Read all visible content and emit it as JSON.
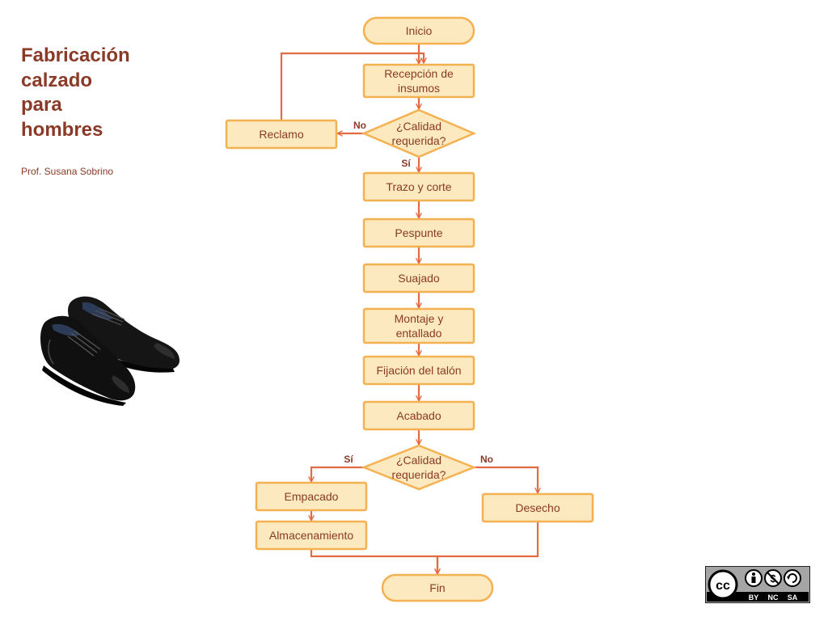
{
  "header": {
    "title": "Fabricación\ncalzado\npara\nhombres",
    "author": "Prof. Susana Sobrino"
  },
  "flowchart": {
    "nodes": {
      "start": {
        "shape": "terminator",
        "label": [
          "Inicio"
        ]
      },
      "reception": {
        "shape": "process",
        "label": [
          "Recepción de",
          "insumos"
        ]
      },
      "quality1": {
        "shape": "decision",
        "label": [
          "¿Calidad",
          "requerida?"
        ]
      },
      "claim": {
        "shape": "process",
        "label": [
          "Reclamo"
        ]
      },
      "cutting": {
        "shape": "process",
        "label": [
          "Trazo y corte"
        ]
      },
      "stitching": {
        "shape": "process",
        "label": [
          "Pespunte"
        ]
      },
      "skiving": {
        "shape": "process",
        "label": [
          "Suajado"
        ]
      },
      "lasting": {
        "shape": "process",
        "label": [
          "Montaje y",
          "entallado"
        ]
      },
      "heel": {
        "shape": "process",
        "label": [
          "Fijación del talón"
        ]
      },
      "finishing": {
        "shape": "process",
        "label": [
          "Acabado"
        ]
      },
      "quality2": {
        "shape": "decision",
        "label": [
          "¿Calidad",
          "requerida?"
        ]
      },
      "packing": {
        "shape": "process",
        "label": [
          "Empacado"
        ]
      },
      "storage": {
        "shape": "process",
        "label": [
          "Almacenamiento"
        ]
      },
      "discard": {
        "shape": "process",
        "label": [
          "Desecho"
        ]
      },
      "end": {
        "shape": "terminator",
        "label": [
          "Fin"
        ]
      }
    },
    "edges": [
      {
        "from": "start",
        "to": "reception",
        "label": ""
      },
      {
        "from": "reception",
        "to": "quality1",
        "label": ""
      },
      {
        "from": "quality1",
        "to": "claim",
        "label": "No"
      },
      {
        "from": "claim",
        "to": "reception",
        "label": ""
      },
      {
        "from": "quality1",
        "to": "cutting",
        "label": "Sí"
      },
      {
        "from": "cutting",
        "to": "stitching",
        "label": ""
      },
      {
        "from": "stitching",
        "to": "skiving",
        "label": ""
      },
      {
        "from": "skiving",
        "to": "lasting",
        "label": ""
      },
      {
        "from": "lasting",
        "to": "heel",
        "label": ""
      },
      {
        "from": "heel",
        "to": "finishing",
        "label": ""
      },
      {
        "from": "finishing",
        "to": "quality2",
        "label": ""
      },
      {
        "from": "quality2",
        "to": "packing",
        "label": "Sí"
      },
      {
        "from": "quality2",
        "to": "discard",
        "label": "No"
      },
      {
        "from": "packing",
        "to": "storage",
        "label": ""
      },
      {
        "from": "storage",
        "to": "end",
        "label": ""
      },
      {
        "from": "discard",
        "to": "end",
        "label": ""
      }
    ],
    "colors": {
      "node_fill": "#fde9c0",
      "node_stroke": "#f3b152",
      "edge": "#e46a43",
      "text": "#8a3a26"
    }
  },
  "license": {
    "icon": "creative-commons-by-nc-sa-icon",
    "cc": "cc",
    "terms": [
      "BY",
      "NC",
      "SA"
    ]
  },
  "illustration": {
    "icon": "oxford-shoes-icon"
  }
}
